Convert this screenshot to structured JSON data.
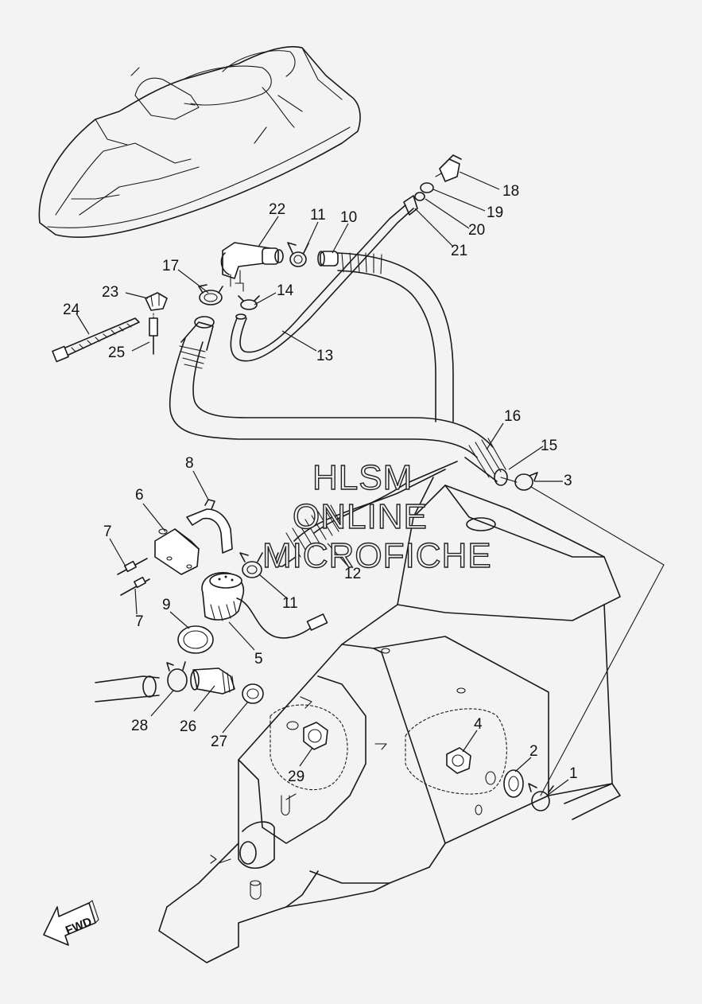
{
  "diagram": {
    "callouts": [
      {
        "id": "c1",
        "label": "1"
      },
      {
        "id": "c2",
        "label": "2"
      },
      {
        "id": "c3",
        "label": "3"
      },
      {
        "id": "c4",
        "label": "4"
      },
      {
        "id": "c5",
        "label": "5"
      },
      {
        "id": "c6",
        "label": "6"
      },
      {
        "id": "c7a",
        "label": "7"
      },
      {
        "id": "c7b",
        "label": "7"
      },
      {
        "id": "c8",
        "label": "8"
      },
      {
        "id": "c9",
        "label": "9"
      },
      {
        "id": "c10",
        "label": "10"
      },
      {
        "id": "c11a",
        "label": "11"
      },
      {
        "id": "c11b",
        "label": "11"
      },
      {
        "id": "c12",
        "label": "12"
      },
      {
        "id": "c13",
        "label": "13"
      },
      {
        "id": "c14",
        "label": "14"
      },
      {
        "id": "c15",
        "label": "15"
      },
      {
        "id": "c16",
        "label": "16"
      },
      {
        "id": "c17",
        "label": "17"
      },
      {
        "id": "c18",
        "label": "18"
      },
      {
        "id": "c19",
        "label": "19"
      },
      {
        "id": "c20",
        "label": "20"
      },
      {
        "id": "c21",
        "label": "21"
      },
      {
        "id": "c22",
        "label": "22"
      },
      {
        "id": "c23",
        "label": "23"
      },
      {
        "id": "c24",
        "label": "24"
      },
      {
        "id": "c25",
        "label": "25"
      },
      {
        "id": "c26",
        "label": "26"
      },
      {
        "id": "c27",
        "label": "27"
      },
      {
        "id": "c28",
        "label": "28"
      },
      {
        "id": "c29",
        "label": "29"
      }
    ],
    "watermark": {
      "line1": "HLSM",
      "line2": "ONLINE",
      "line3": "MICROFICHE"
    },
    "direction_arrow": {
      "label": "FWD"
    }
  },
  "colors": {
    "background": "#f3f3f3",
    "line": "#1a1a1a"
  }
}
